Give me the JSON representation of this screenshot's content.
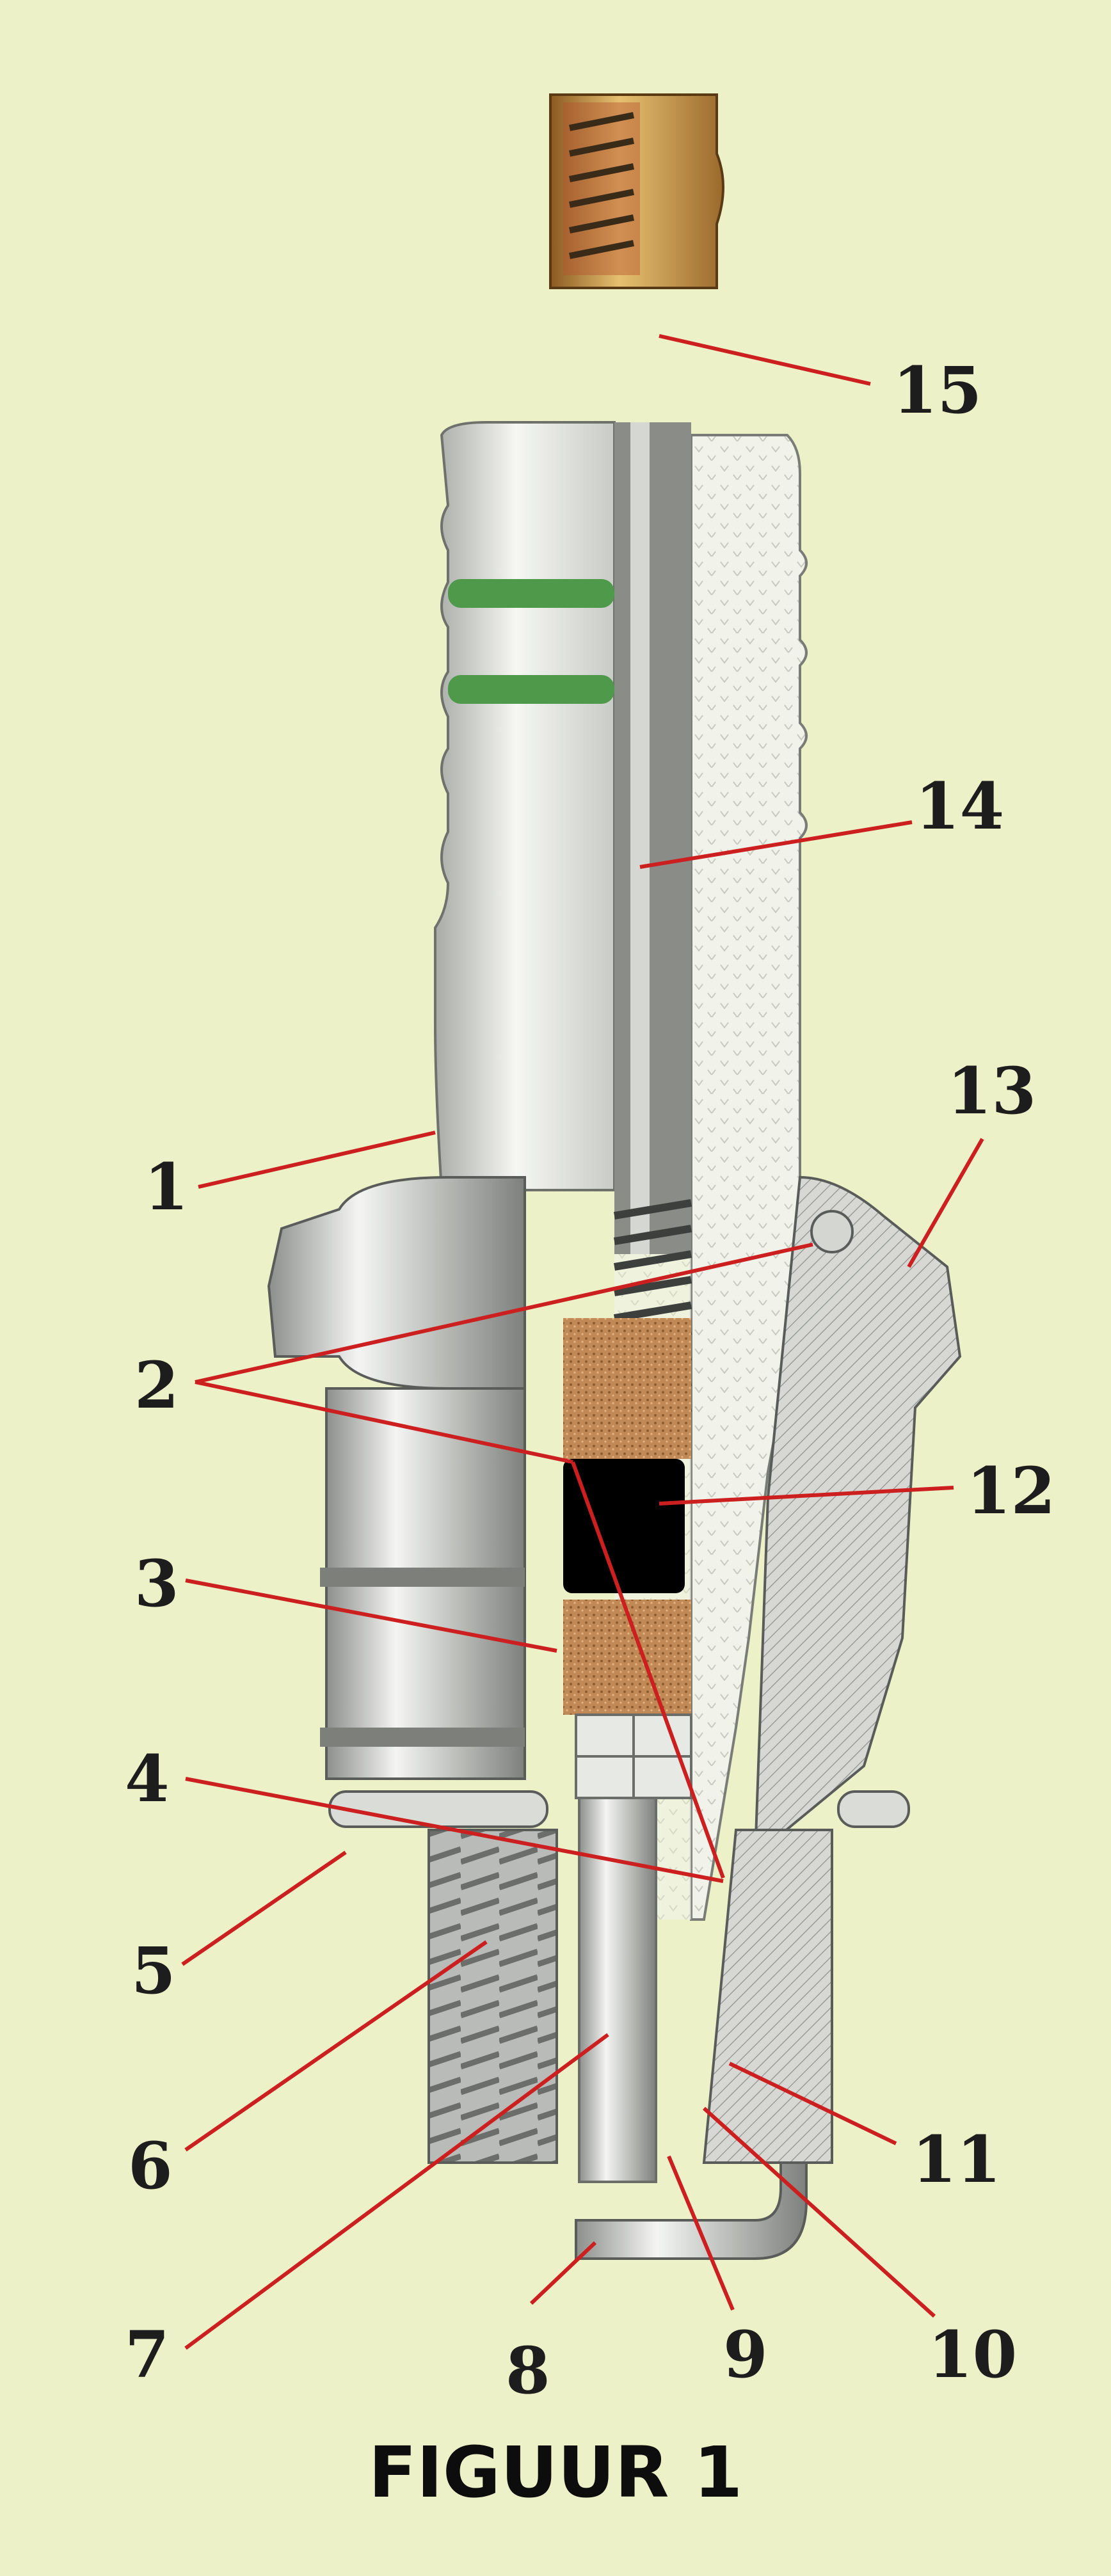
{
  "figure": {
    "caption": "FIGUUR 1"
  },
  "colors": {
    "leader": "#cc1f1f",
    "background": "#edf1c8",
    "terminal_brass": "#d2a24a",
    "ribs_green": "#4e9a4a",
    "insulator": "#f1f2ea",
    "metal": "#c7c9c7"
  },
  "callouts": [
    {
      "id": "c1",
      "text": "1"
    },
    {
      "id": "c2",
      "text": "2"
    },
    {
      "id": "c3",
      "text": "3"
    },
    {
      "id": "c4",
      "text": "4"
    },
    {
      "id": "c5",
      "text": "5"
    },
    {
      "id": "c6",
      "text": "6"
    },
    {
      "id": "c7",
      "text": "7"
    },
    {
      "id": "c8",
      "text": "8"
    },
    {
      "id": "c9",
      "text": "9"
    },
    {
      "id": "c10",
      "text": "10"
    },
    {
      "id": "c11",
      "text": "11"
    },
    {
      "id": "c12",
      "text": "12"
    },
    {
      "id": "c13",
      "text": "13"
    },
    {
      "id": "c14",
      "text": "14"
    },
    {
      "id": "c15",
      "text": "15"
    }
  ]
}
